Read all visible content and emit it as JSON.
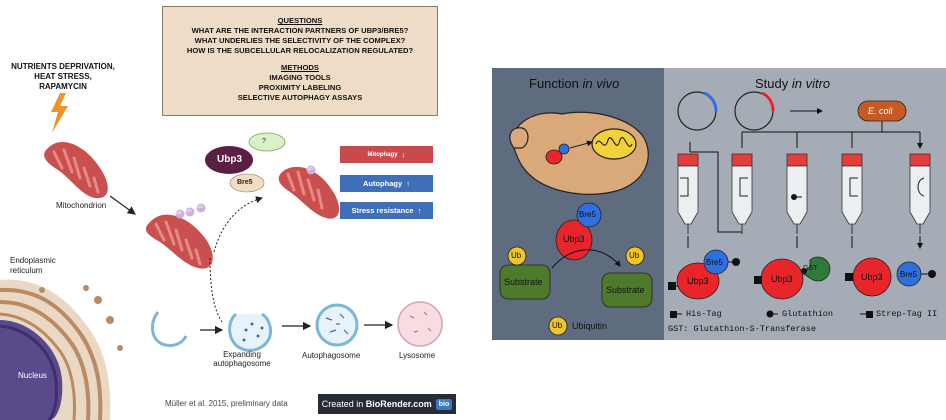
{
  "left_panel": {
    "questions": {
      "heading": "QUESTIONS",
      "lines": [
        "WHAT ARE THE INTERACTION PARTNERS OF UBP3/BRE5?",
        "WHAT UNDERLIES THE SELECTIVITY OF THE COMPLEX?",
        "HOW IS THE SUBCELLULAR RELOCALIZATION REGULATED?"
      ]
    },
    "methods": {
      "heading": "METHODS",
      "lines": [
        "IMAGING TOOLS",
        "PROXIMITY LABELING",
        "SELECTIVE AUTOPHAGY ASSAYS"
      ]
    },
    "stress_lines": [
      "NUTRIENTS DEPRIVATION,",
      "HEAT STRESS,",
      "RAPAMYCIN"
    ],
    "mitochondrion_label": "Mitochondrion",
    "er_lines": [
      "Endoplasmic",
      "reticulum"
    ],
    "nucleus_label": "Nucleus",
    "ub_label": "Ub",
    "question_mark": "?",
    "ubp3_label": "Ubp3",
    "bre5_label": "Bre5",
    "effects": [
      {
        "label": "Mitophagy",
        "arrow": "↓",
        "color": "#c94a4a"
      },
      {
        "label": "Autophagy",
        "arrow": "↑",
        "color": "#3f6fb8"
      },
      {
        "label": "Stress resistance",
        "arrow": "↑",
        "color": "#3f6fb8"
      }
    ],
    "stages": [
      "Expanding",
      "autophagosome",
      "Autophagosome",
      "Lysosome"
    ],
    "citation": "Müller et al. 2015, preliminary data",
    "credit": {
      "prefix": "Created in ",
      "brand": "BioRender.com",
      "badge": "bio"
    }
  },
  "right_panel": {
    "title_vivo_prefix": "Function ",
    "title_vivo_italic": "in vivo",
    "title_vitro_prefix": "Study ",
    "title_vitro_italic": "in vitro",
    "ecoli_label": "E. coli",
    "ubp3_label": "Ubp3",
    "bre5_label": "Bre5",
    "gst_label": "GST",
    "ub_label": "Ub",
    "substrate_label": "Substrate",
    "ubiquitin_label": "Ubiquitin",
    "legend": {
      "his_tag": "His-Tag",
      "glutathion": "Glutathion",
      "strep_tag": "Strep-Tag II",
      "gst_line": "GST: Glutathion-S-Transferase"
    },
    "colors": {
      "vivo_bg": "#5f6c7f",
      "vitro_bg": "#a5acb6",
      "red": "#e8252a",
      "blue": "#2f6fe0",
      "green": "#4f7a2c",
      "yellow": "#f2c42c"
    }
  }
}
